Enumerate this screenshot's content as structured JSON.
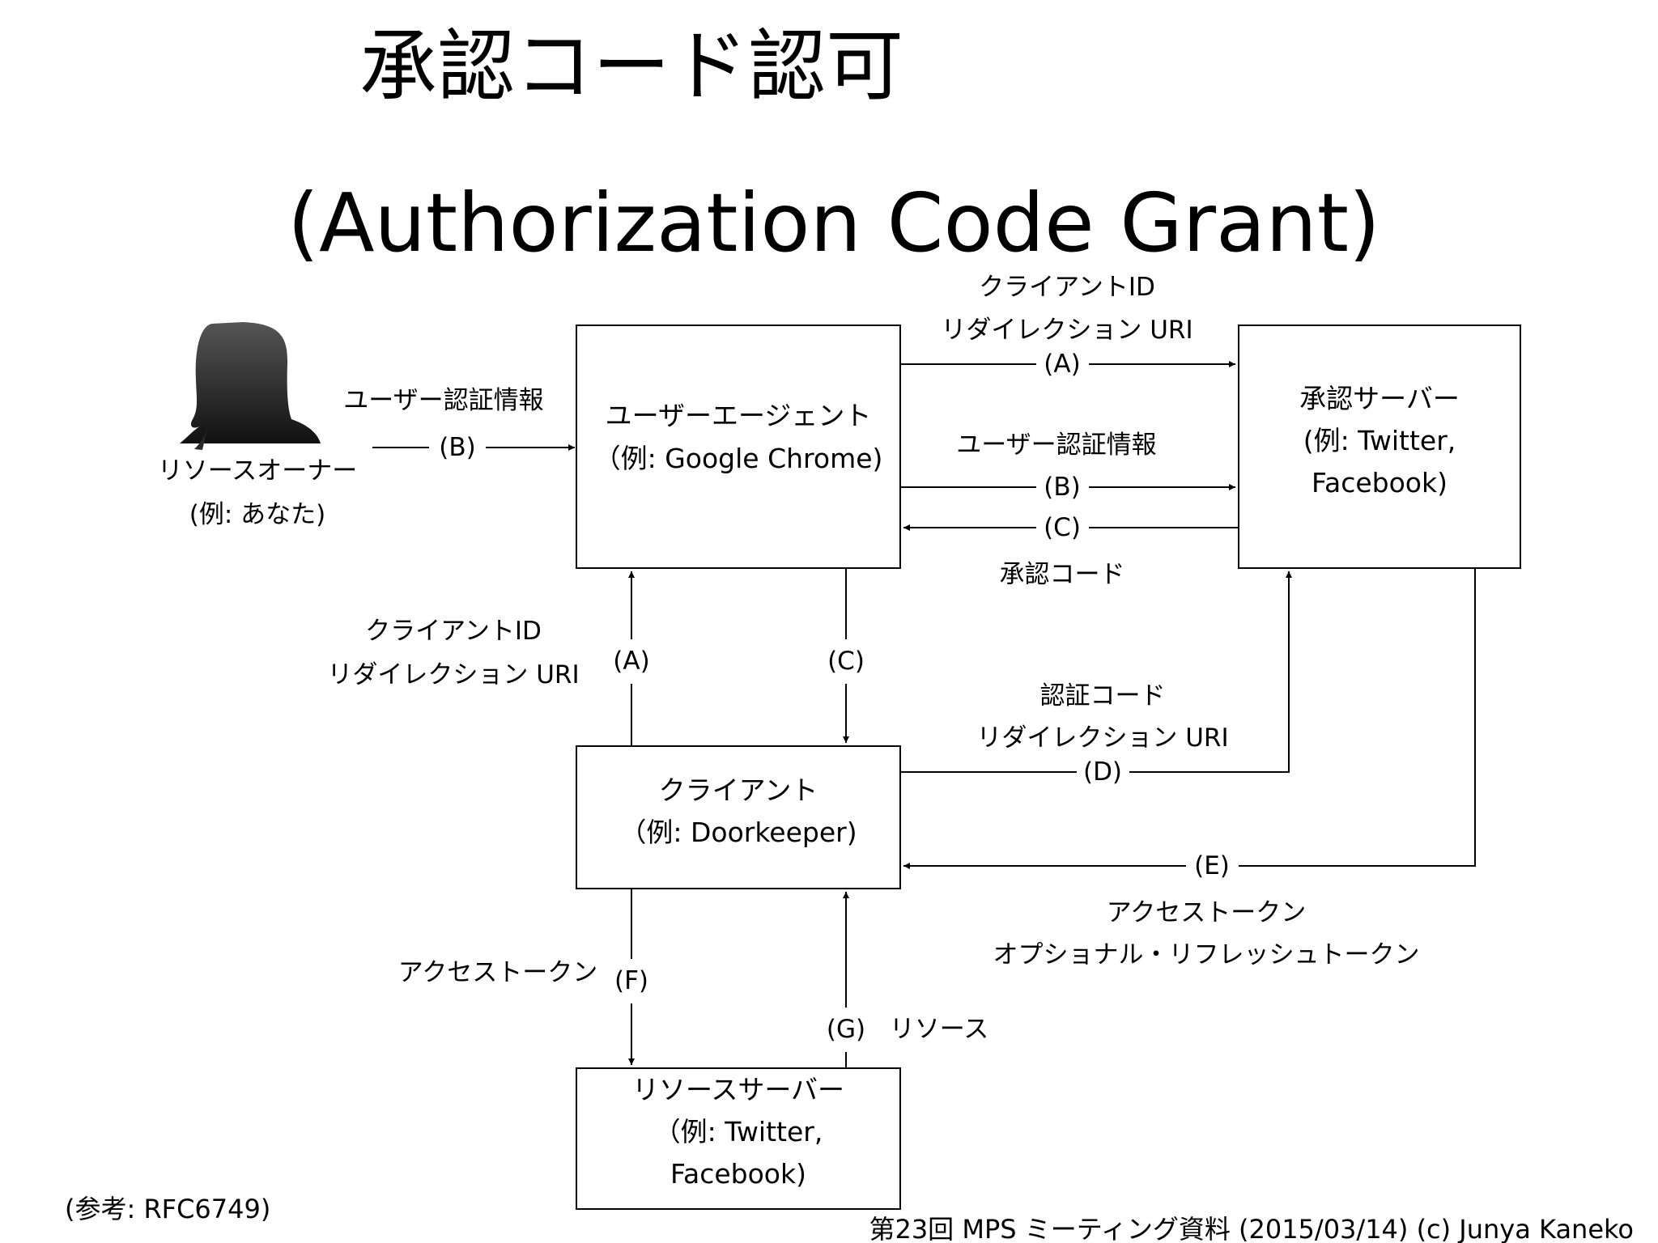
{
  "title": "承認コード認可",
  "subtitle": "(Authorization Code Grant)",
  "actors": {
    "resource_owner": {
      "name": "リソースオーナー",
      "example": "(例: あなた)"
    },
    "user_agent": {
      "name": "ユーザーエージェント",
      "example": "（例: Google Chrome)"
    },
    "auth_server": {
      "name": "承認サーバー",
      "example_line1": "(例: Twitter,",
      "example_line2": "Facebook)"
    },
    "client": {
      "name": "クライアント",
      "example": "（例: Doorkeeper)"
    },
    "resource_server": {
      "name": "リソースサーバー",
      "example_line1": "（例: Twitter,",
      "example_line2": "Facebook)"
    }
  },
  "flows": {
    "owner_to_agent": {
      "label": "ユーザー認証情報",
      "step": "(B)"
    },
    "agent_to_auth_A": {
      "line1": "クライアントID",
      "line2": "リダイレクション URI",
      "step": "(A)"
    },
    "agent_to_auth_B": {
      "label": "ユーザー認証情報",
      "step": "(B)"
    },
    "auth_to_agent_C": {
      "label": "承認コード",
      "step": "(C)"
    },
    "client_to_agent_A": {
      "line1": "クライアントID",
      "line2": "リダイレクション URI",
      "step": "(A)"
    },
    "agent_to_client_C": {
      "step": "(C)"
    },
    "client_to_auth_D": {
      "line1": "認証コード",
      "line2": "リダイレクション URI",
      "step": "(D)"
    },
    "auth_to_client_E": {
      "line1": "アクセストークン",
      "line2": "オプショナル・リフレッシュトークン",
      "step": "(E)"
    },
    "client_to_resource_F": {
      "label": "アクセストークン",
      "step": "(F)"
    },
    "resource_to_client_G": {
      "label": "リソース",
      "step": "(G)"
    }
  },
  "reference": "(参考: RFC6749)",
  "footer": "第23回 MPS ミーティング資料 (2015/03/14) (c) Junya Kaneko"
}
